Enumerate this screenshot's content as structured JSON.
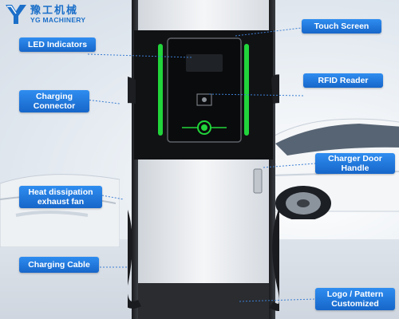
{
  "brand": {
    "name_cn": "豫工机械",
    "name_en": "YG MACHINERY",
    "color": "#1b6fc9"
  },
  "labels": {
    "touch_screen": "Touch Screen",
    "led_indicators": "LED Indicators",
    "rfid_reader": "RFID Reader",
    "charging_connector_1": "Charging",
    "charging_connector_2": "Connector",
    "charger_door_handle_1": "Charger Door",
    "charger_door_handle_2": "Handle",
    "heat_dissipation_1": "Heat dissipation",
    "heat_dissipation_2": "exhaust fan",
    "charging_cable": "Charging Cable",
    "logo_pattern_1": "Logo / Pattern",
    "logo_pattern_2": "Customized"
  },
  "colors": {
    "label_blue": "#1f78dc",
    "led_green": "#21d43b",
    "panel_black": "#111214"
  }
}
